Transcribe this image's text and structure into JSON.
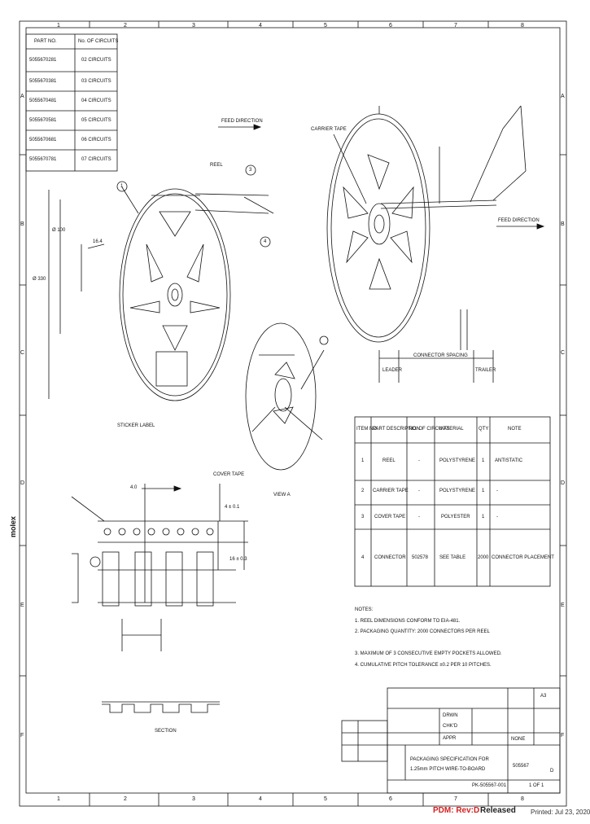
{
  "border": {
    "columns": [
      "1",
      "2",
      "3",
      "4",
      "5",
      "6",
      "7",
      "8"
    ],
    "rows": [
      "A",
      "B",
      "C",
      "D",
      "E",
      "F"
    ]
  },
  "part_table": {
    "header": [
      "PART NO.",
      "No. OF CIRCUITS"
    ],
    "rows": [
      [
        "5055670281",
        "02 CIRCUITS"
      ],
      [
        "5055670381",
        "03 CIRCUITS"
      ],
      [
        "5055670481",
        "04 CIRCUITS"
      ],
      [
        "5055670581",
        "05 CIRCUITS"
      ],
      [
        "5055670681",
        "06 CIRCUITS"
      ],
      [
        "5055670781",
        "07 CIRCUITS"
      ]
    ]
  },
  "labels": {
    "feed_dir_left": "FEED DIRECTION",
    "feed_dir_right": "FEED DIRECTION",
    "detail_1": "1",
    "detail_3": "3",
    "detail_4": "4",
    "reel_core": "REEL",
    "reel_sticker": "STICKER LABEL",
    "carrier_tape": "CARRIER TAPE",
    "cover_tape": "COVER TAPE",
    "leader": "LEADER",
    "trailer": "TRAILER",
    "view_a": "VIEW A",
    "dia_330": "Ø 330",
    "dia_100": "Ø 100",
    "width_label": "16.4",
    "pitch_label": "4.0",
    "tape_width": "16 ± 0.3",
    "sprocket_pitch": "4 ± 0.1",
    "section": "SECTION",
    "carrier_spacing": "CONNECTOR SPACING"
  },
  "spec_table": {
    "header": [
      "ITEM NO.",
      "PART DESCRIPTION",
      "NO. OF CIRCUITS",
      "MATERIAL",
      "QTY",
      "NOTE"
    ],
    "rows": [
      [
        "1",
        "REEL",
        "-",
        "POLYSTYRENE",
        "1",
        "ANTISTATIC"
      ],
      [
        "2",
        "CARRIER TAPE",
        "-",
        "POLYSTYRENE",
        "1",
        "-"
      ],
      [
        "3",
        "COVER TAPE",
        "-",
        "POLYESTER",
        "1",
        "-"
      ],
      [
        "4",
        "CONNECTOR",
        "502578",
        "SEE TABLE",
        "2000",
        "CONNECTOR PLACEMENT"
      ]
    ]
  },
  "notes": {
    "title": "NOTES:",
    "lines": [
      "1. REEL DIMENSIONS CONFORM TO EIA-481.",
      "2. PACKAGING QUANTITY: 2000 CONNECTORS PER REEL",
      "3. MAXIMUM OF 3 CONSECUTIVE EMPTY POCKETS ALLOWED.",
      "4. CUMULATIVE PITCH TOLERANCE ±0.2 PER 10 PITCHES."
    ]
  },
  "title_block": {
    "company": "molex",
    "format": "A3",
    "title_line1": "PACKAGING SPECIFICATION FOR",
    "title_line2": "1.25mm PITCH WIRE-TO-BOARD",
    "doc_no": "PK-505567-001",
    "sheet": "1 OF 1",
    "rev": "D",
    "scale": "NONE",
    "drawn": "DRWN",
    "checked": "CHK'D",
    "approved": "APPR",
    "series": "505567"
  },
  "footer": {
    "pdm": "PDM: Rev:D",
    "status": "Released",
    "date": "Printed: Jul 23, 2020"
  }
}
